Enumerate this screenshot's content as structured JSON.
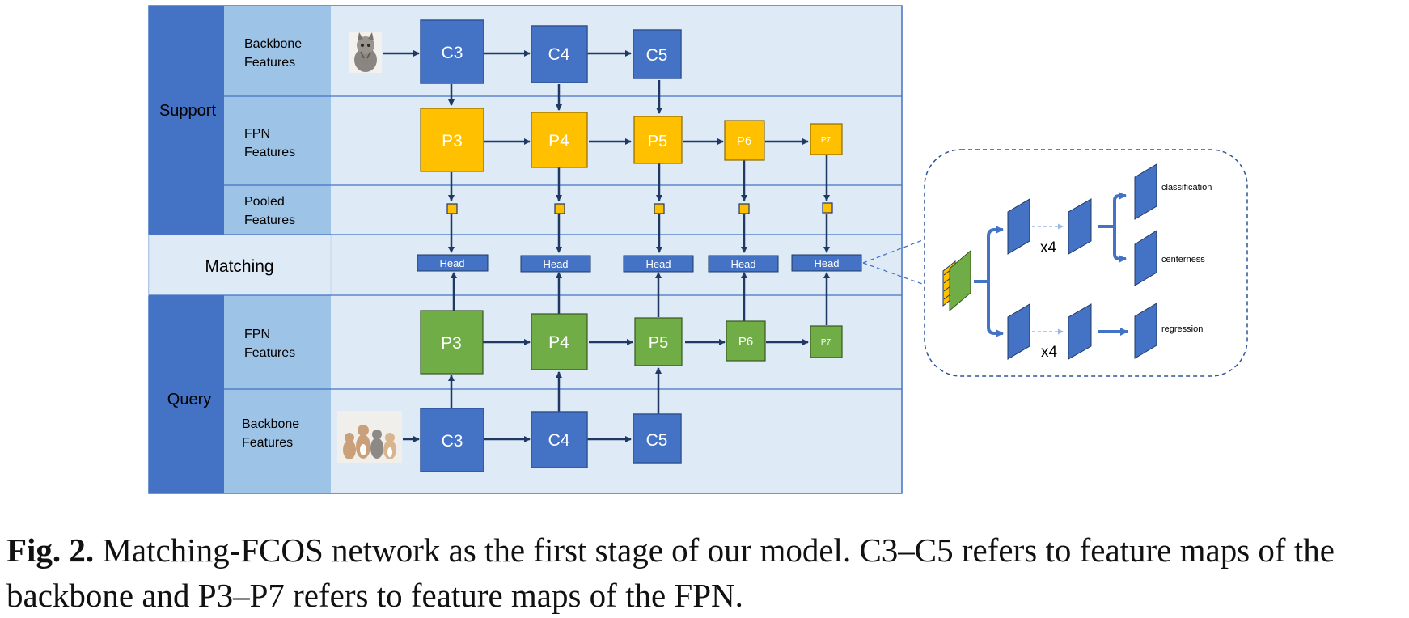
{
  "rows": {
    "support": "Support",
    "query": "Query",
    "matching": "Matching",
    "backbone_line1": "Backbone",
    "features": "Features",
    "fpn": "FPN",
    "pooled": "Pooled"
  },
  "support_backbone": [
    "C3",
    "C4",
    "C5"
  ],
  "support_fpn": [
    "P3",
    "P4",
    "P5",
    "P6",
    "P7"
  ],
  "heads": [
    "Head",
    "Head",
    "Head",
    "Head",
    "Head"
  ],
  "query_fpn": [
    "P3",
    "P4",
    "P5",
    "P6",
    "P7"
  ],
  "query_backbone": [
    "C3",
    "C4",
    "C5"
  ],
  "head_detail": {
    "repeat": "x4",
    "outputs": [
      "classification",
      "centerness",
      "regression"
    ]
  },
  "caption": {
    "label": "Fig. 2.",
    "text": "Matching-FCOS network as the first stage of our model. C3–C5 refers to feature maps of the backbone and P3–P7 refers to feature maps of the FPN."
  },
  "colors": {
    "dark_blue": "#4472C4",
    "mid_blue": "#9DC3E6",
    "light_bg": "#DEEBF7",
    "box_blue": "#4472C4",
    "yellow": "#FFC000",
    "green": "#70AD47",
    "arrow": "#1F3864"
  }
}
